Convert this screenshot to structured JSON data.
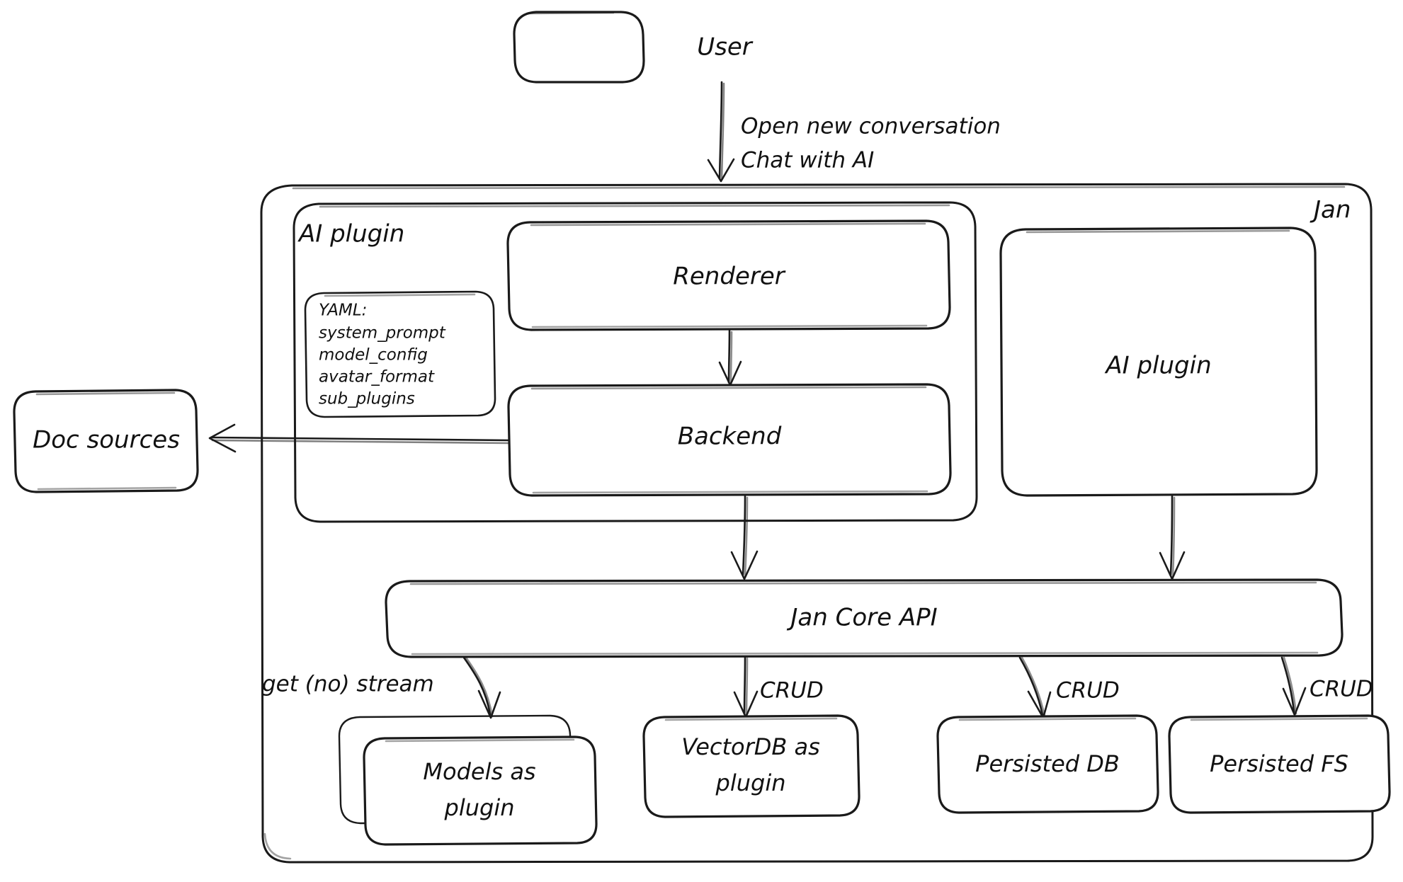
{
  "diagram": {
    "title": "Jan architecture diagram",
    "style": "hand-drawn",
    "stroke_color": "#1a1a1a",
    "background_color": "#ffffff"
  },
  "nodes": {
    "user": {
      "label": "User"
    },
    "renderer": {
      "label": "Renderer"
    },
    "backend": {
      "label": "Backend"
    },
    "ai_plugin_right": {
      "label": "AI plugin"
    },
    "jan_core_api": {
      "label": "Jan Core API"
    },
    "models_plugin": {
      "label_line1": "Models as",
      "label_line2": "plugin"
    },
    "vectordb_plugin": {
      "label_line1": "VectorDB as",
      "label_line2": "plugin"
    },
    "persisted_db": {
      "label": "Persisted DB"
    },
    "persisted_fs": {
      "label": "Persisted FS"
    },
    "doc_sources": {
      "label": "Doc sources"
    }
  },
  "groups": {
    "jan": {
      "label": "Jan"
    },
    "ai_plugin": {
      "label": "AI plugin"
    }
  },
  "yaml_card": {
    "heading": "YAML:",
    "keys": [
      "system_prompt",
      "model_config",
      "avatar_format",
      "sub_plugins"
    ]
  },
  "edge_labels": {
    "user_to_renderer_line1": "Open new conversation",
    "user_to_renderer_line2": "Chat with AI",
    "core_to_models": "get (no) stream",
    "core_to_vectordb": "CRUD",
    "core_to_persisted_db": "CRUD",
    "core_to_persisted_fs": "CRUD"
  }
}
